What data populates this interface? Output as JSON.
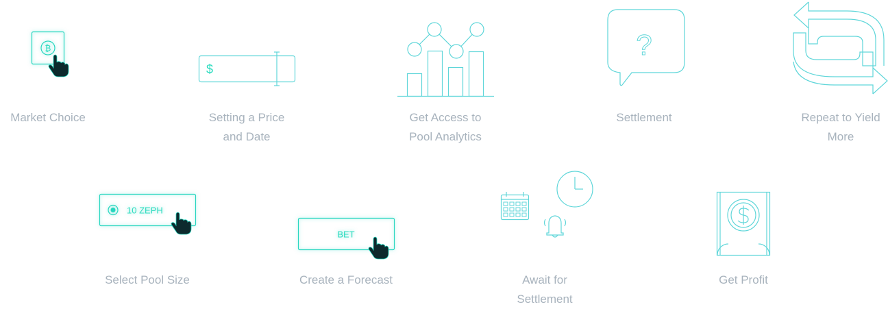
{
  "colors": {
    "accent": "#26d6bf",
    "accent_line": "#5fd6d9",
    "label": "#a8b3bd",
    "hand": "#0d2a2d"
  },
  "steps": [
    {
      "label": "Market Choice",
      "icon": "bitcoin-coin-click-icon"
    },
    {
      "label": "Setting a Price\nand Date",
      "icon": "price-input-icon"
    },
    {
      "label": "Get Access to\nPool Analytics",
      "icon": "analytics-chart-icon"
    },
    {
      "label": "Settlement",
      "icon": "question-bubble-icon"
    },
    {
      "label": "Repeat to Yield\nMore",
      "icon": "repeat-arrows-icon"
    },
    {
      "label": "Select Pool Size",
      "icon": "pool-size-radio-icon"
    },
    {
      "label": "Create a Forecast",
      "icon": "bet-button-icon"
    },
    {
      "label": "Await for\nSettlement",
      "icon": "calendar-clock-bell-icon"
    },
    {
      "label": "Get Profit",
      "icon": "dollar-note-icon"
    }
  ],
  "pool_option": "10 ZEPH",
  "bet_label": "BET",
  "price_symbol": "$",
  "coin_symbol": "₿",
  "question_mark": "?"
}
